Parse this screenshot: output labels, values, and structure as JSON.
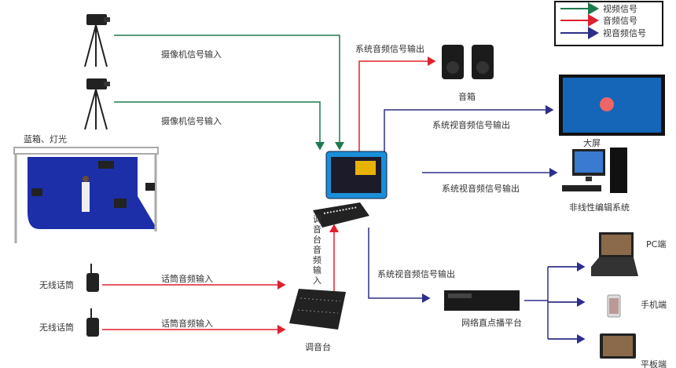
{
  "legend": {
    "items": [
      {
        "label": "视频信号",
        "color": "#1e7a4e"
      },
      {
        "label": "音频信号",
        "color": "#e0202e"
      },
      {
        "label": "视音频信号",
        "color": "#2e2e8a"
      }
    ]
  },
  "nodes": {
    "camera1_label": "摄像机信号输入",
    "camera2_label": "摄像机信号输入",
    "bluebox_label": "蓝箱、灯光",
    "audio_out_label": "系统音频信号输出",
    "speaker_label": "音箱",
    "screen_out_label": "系统视音频信号输出",
    "screen_label": "大屏",
    "edit_out_label": "系统视音频信号输出",
    "edit_label": "非线性编辑系统",
    "mixer_in_label": [
      "调",
      "音",
      "台",
      "音",
      "频",
      "输",
      "入"
    ],
    "mixer_label": "调音台",
    "mic1_label": "无线话筒",
    "mic2_label": "无线话筒",
    "mic1_in_label": "话筒音频输入",
    "mic2_in_label": "话筒音频输入",
    "stream_out_label": "系统视音频信号输出",
    "stream_label": "网络直点播平台",
    "pc_label": "PC端",
    "phone_label": "手机端",
    "tablet_label": "平板端"
  }
}
